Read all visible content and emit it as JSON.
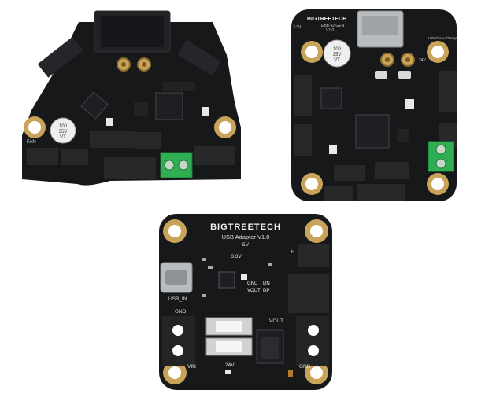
{
  "boards": {
    "ebb36": {
      "labels": {
        "fan": "FAN",
        "cap_value": "100",
        "cap_voltage": "35V",
        "cap_code": "VT"
      }
    },
    "ebb42": {
      "labels": {
        "logo": "BIGTREETECH",
        "model": "EBB 42 GEN",
        "version": "V1.0",
        "v33": "3.3V",
        "usb_can": "USB/CAN Change",
        "v24": "24V",
        "cap_value": "100",
        "cap_voltage": "35V",
        "cap_code": "VT"
      }
    },
    "usb_adapter": {
      "labels": {
        "logo": "BIGTREETECH",
        "title": "USB Adapter V1.0",
        "v5": "5V",
        "v33": "3.3V",
        "gnd_top": "GND",
        "dn": "DN",
        "vout": "VOUT",
        "dp": "DP",
        "usb_in": "USB_IN",
        "gnd_left": "GND",
        "vout_mid": "VOUT",
        "vin": "VIN",
        "v24": "24V",
        "gnd_right": "GND",
        "h_mark": "H"
      }
    }
  },
  "colors": {
    "pcb": "#16181a",
    "pad_gold": "#c9a35a",
    "pad_gold_dark": "#8a6a2c",
    "terminal_green": "#2fae53",
    "connector_white": "#e6e6e6",
    "chip": "#1d1f22"
  }
}
